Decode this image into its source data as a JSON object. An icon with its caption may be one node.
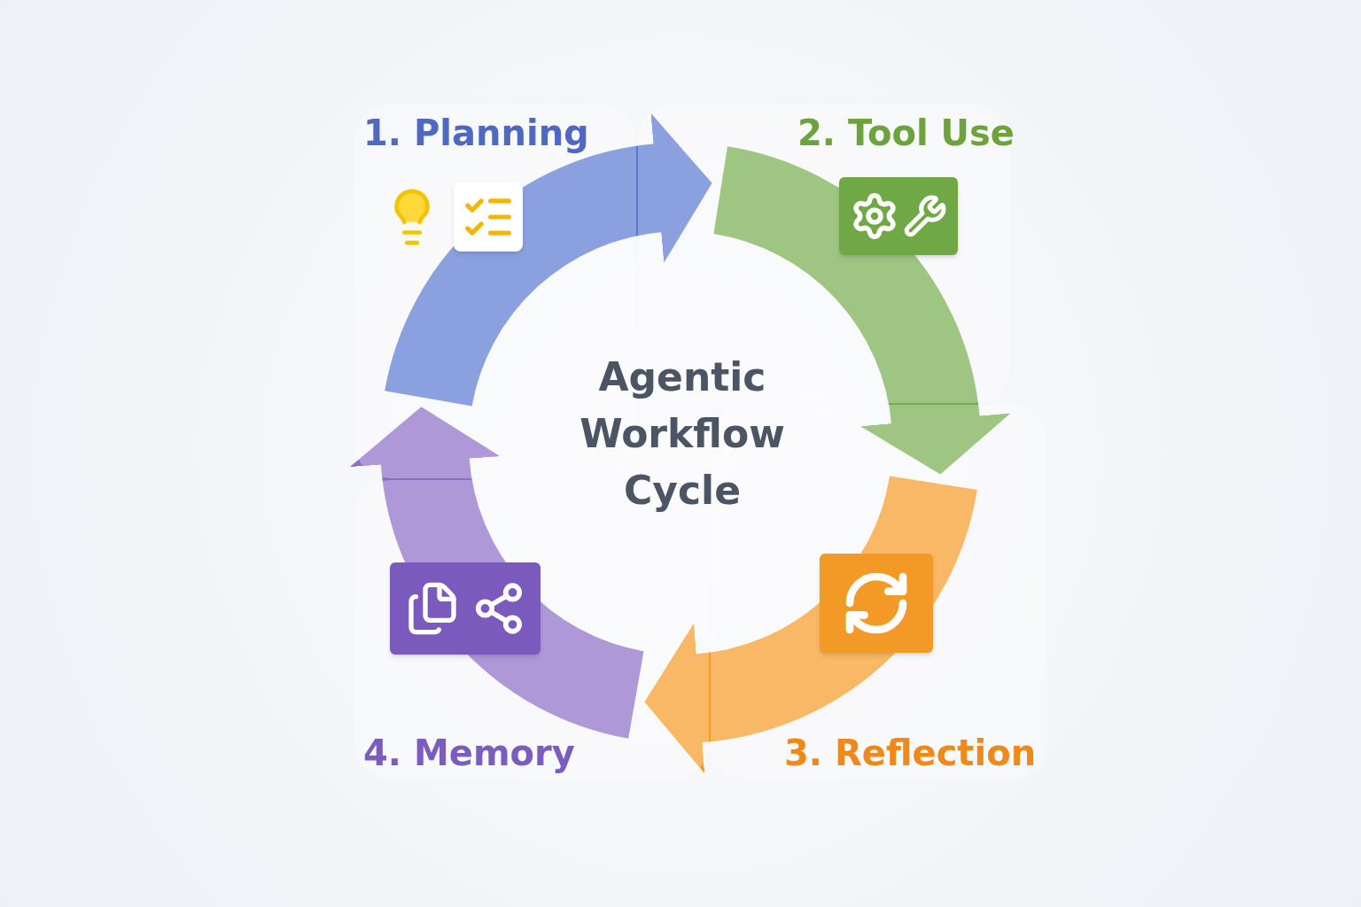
{
  "diagram": {
    "nodes": [
      {
        "text": [
          "1. Planning"
        ]
      },
      {
        "text": [
          "2. Tool Use"
        ]
      },
      {
        "text": [
          "3. Reflection"
        ]
      },
      {
        "text": [
          "4. Memory"
        ]
      },
      {
        "text": [
          "Agentic Workflow Cycle"
        ]
      }
    ],
    "edges": [
      {
        "from": 0,
        "to": 1,
        "arrow": "to",
        "color": "#5a78d2"
      },
      {
        "from": 1,
        "to": 2,
        "arrow": "to",
        "color": "#74ad4c"
      },
      {
        "from": 2,
        "to": 3,
        "arrow": "to",
        "color": "#f59a23"
      },
      {
        "from": 3,
        "to": 0,
        "arrow": "to",
        "color": "#8b6cc6"
      }
    ]
  }
}
